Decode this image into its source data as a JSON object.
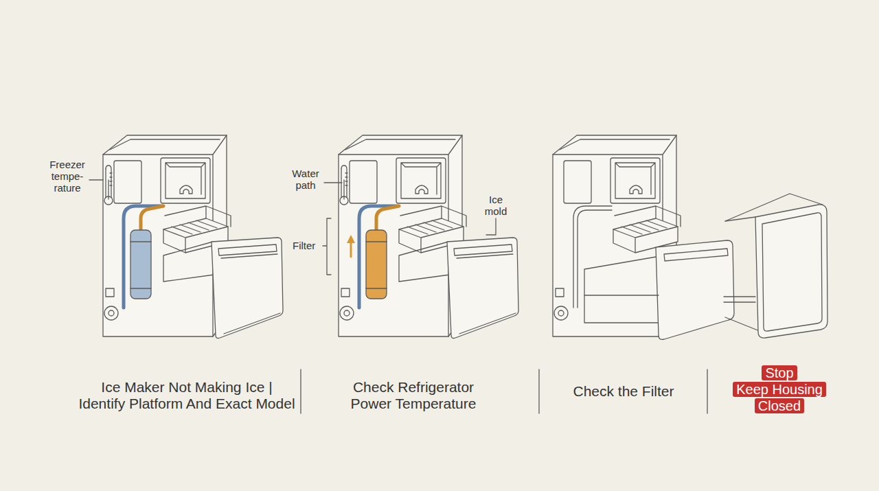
{
  "diagram": {
    "nodes": [
      {
        "text": [
          "Stop",
          "Keep Housing Closed"
        ]
      }
    ],
    "labels": [
      "Freezer tempe- rature",
      "Water path",
      "Ice mold",
      "Filter",
      "Ice Maker Not Making Ice |",
      "Identify Platform And Exact Model",
      "Check Refrigerator Power Temperature",
      "Check the Filter"
    ]
  }
}
